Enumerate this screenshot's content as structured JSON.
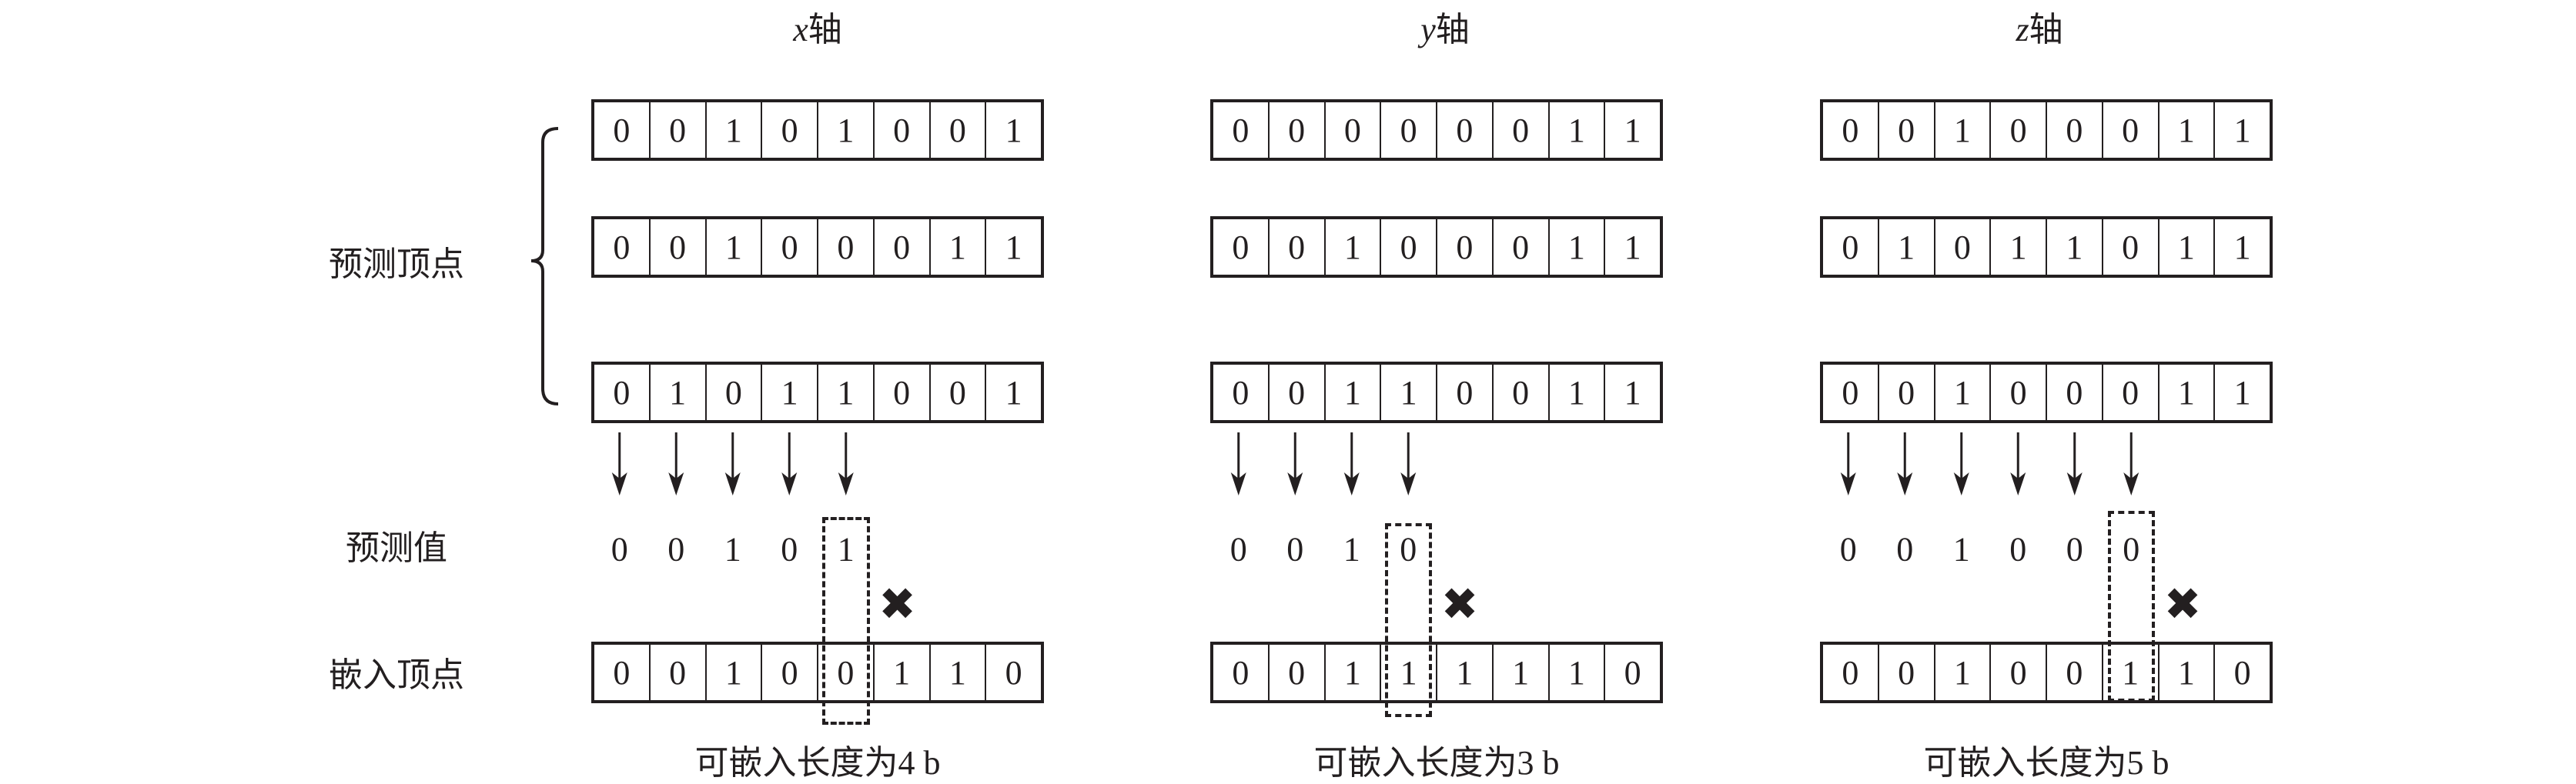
{
  "labels": {
    "predicted_vertices": "预测顶点",
    "predicted_value": "预测值",
    "embedded_vertex": "嵌入顶点"
  },
  "panels": [
    {
      "axis_var": "x",
      "axis_suffix": "轴",
      "predicted_rows": [
        [
          "0",
          "0",
          "1",
          "0",
          "1",
          "0",
          "0",
          "1"
        ],
        [
          "0",
          "0",
          "1",
          "0",
          "0",
          "0",
          "1",
          "1"
        ],
        [
          "0",
          "1",
          "0",
          "1",
          "1",
          "0",
          "0",
          "1"
        ]
      ],
      "predicted_values": [
        "0",
        "0",
        "1",
        "0",
        "1"
      ],
      "embedded_row": [
        "0",
        "0",
        "1",
        "0",
        "0",
        "1",
        "1",
        "0"
      ],
      "highlight_index": 4,
      "caption": "可嵌入长度为4 b"
    },
    {
      "axis_var": "y",
      "axis_suffix": "轴",
      "predicted_rows": [
        [
          "0",
          "0",
          "0",
          "0",
          "0",
          "0",
          "1",
          "1"
        ],
        [
          "0",
          "0",
          "1",
          "0",
          "0",
          "0",
          "1",
          "1"
        ],
        [
          "0",
          "0",
          "1",
          "1",
          "0",
          "0",
          "1",
          "1"
        ]
      ],
      "predicted_values": [
        "0",
        "0",
        "1",
        "0"
      ],
      "embedded_row": [
        "0",
        "0",
        "1",
        "1",
        "1",
        "1",
        "1",
        "0"
      ],
      "highlight_index": 3,
      "caption": "可嵌入长度为3 b"
    },
    {
      "axis_var": "z",
      "axis_suffix": "轴",
      "predicted_rows": [
        [
          "0",
          "0",
          "1",
          "0",
          "0",
          "0",
          "1",
          "1"
        ],
        [
          "0",
          "1",
          "0",
          "1",
          "1",
          "0",
          "1",
          "1"
        ],
        [
          "0",
          "0",
          "1",
          "0",
          "0",
          "0",
          "1",
          "1"
        ]
      ],
      "predicted_values": [
        "0",
        "0",
        "1",
        "0",
        "0",
        "0"
      ],
      "embedded_row": [
        "0",
        "0",
        "1",
        "0",
        "0",
        "1",
        "1",
        "0"
      ],
      "highlight_index": 5,
      "caption": "可嵌入长度为5 b"
    }
  ],
  "mismatch_icon": "cross-mark-icon",
  "mismatch_glyph": "✖",
  "colors": {
    "ink": "#231f20",
    "background": "#ffffff"
  }
}
